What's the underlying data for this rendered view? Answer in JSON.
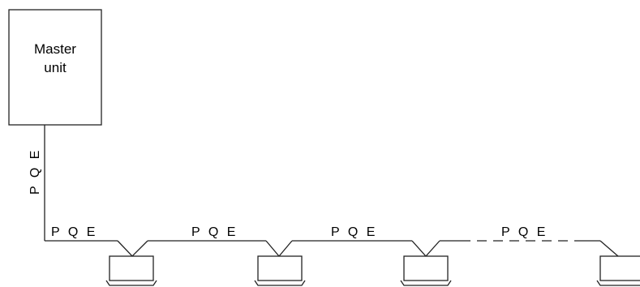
{
  "master": {
    "line1": "Master",
    "line2": "unit"
  },
  "bus_labels": {
    "vertical": "P Q E",
    "segments": [
      "P Q E",
      "P Q E",
      "P Q E",
      "P Q E"
    ]
  },
  "indoor_units_count_visible": 4
}
